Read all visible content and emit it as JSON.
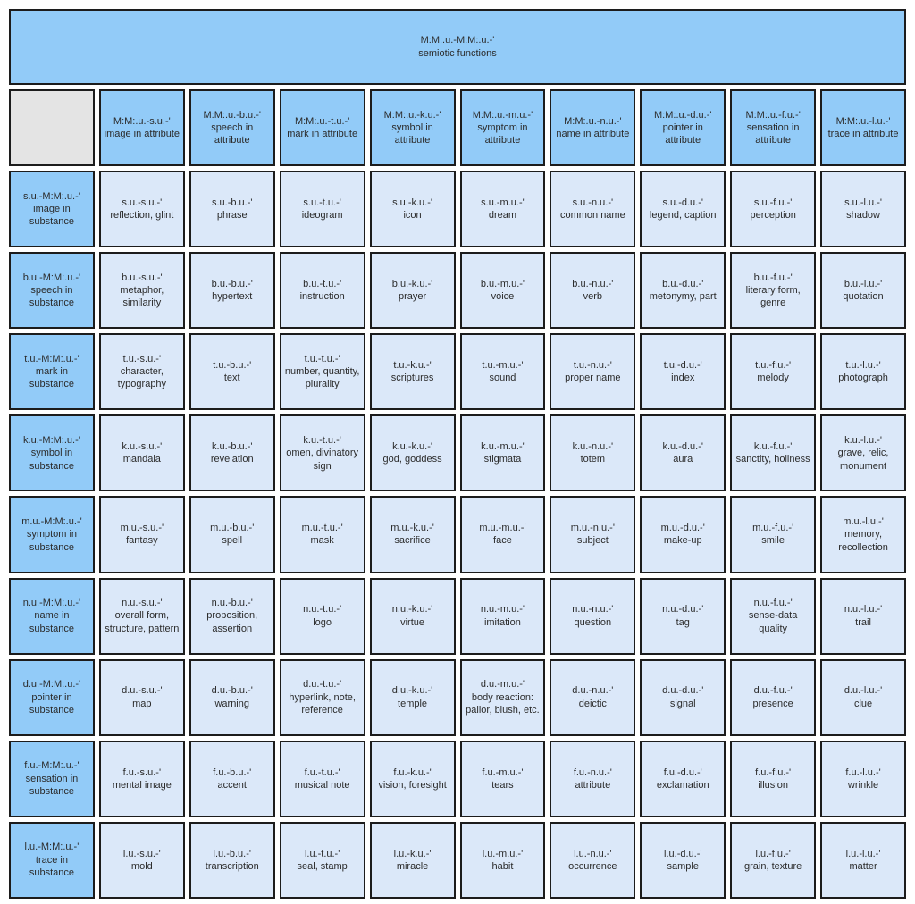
{
  "banner": {
    "code": "M:M:.u.-M:M:.u.-'",
    "label": "semiotic functions"
  },
  "colors": {
    "header_fill": "#92cbf8",
    "cell_fill": "#dbe8f9",
    "corner_fill": "#e4e4e4",
    "border": "#1c1c1c",
    "text": "#2b2b2b",
    "background": "#ffffff"
  },
  "columns": [
    {
      "code": "M:M:.u.-s.u.-'",
      "label": "image in attribute"
    },
    {
      "code": "M:M:.u.-b.u.-'",
      "label": "speech in attribute"
    },
    {
      "code": "M:M:.u.-t.u.-'",
      "label": "mark in attribute"
    },
    {
      "code": "M:M:.u.-k.u.-'",
      "label": "symbol in attribute"
    },
    {
      "code": "M:M:.u.-m.u.-'",
      "label": "symptom in attribute"
    },
    {
      "code": "M:M:.u.-n.u.-'",
      "label": "name in attribute"
    },
    {
      "code": "M:M:.u.-d.u.-'",
      "label": "pointer in attribute"
    },
    {
      "code": "M:M:.u.-f.u.-'",
      "label": "sensation in attribute"
    },
    {
      "code": "M:M:.u.-l.u.-'",
      "label": "trace in attribute"
    }
  ],
  "rows": [
    {
      "header": {
        "code": "s.u.-M:M:.u.-'",
        "label": "image in substance"
      },
      "cells": [
        {
          "code": "s.u.-s.u.-'",
          "label": "reflection, glint"
        },
        {
          "code": "s.u.-b.u.-'",
          "label": "phrase"
        },
        {
          "code": "s.u.-t.u.-'",
          "label": "ideogram"
        },
        {
          "code": "s.u.-k.u.-'",
          "label": "icon"
        },
        {
          "code": "s.u.-m.u.-'",
          "label": "dream"
        },
        {
          "code": "s.u.-n.u.-'",
          "label": "common name"
        },
        {
          "code": "s.u.-d.u.-'",
          "label": "legend, caption"
        },
        {
          "code": "s.u.-f.u.-'",
          "label": "perception"
        },
        {
          "code": "s.u.-l.u.-'",
          "label": "shadow"
        }
      ]
    },
    {
      "header": {
        "code": "b.u.-M:M:.u.-'",
        "label": "speech in substance"
      },
      "cells": [
        {
          "code": "b.u.-s.u.-'",
          "label": "metaphor, similarity"
        },
        {
          "code": "b.u.-b.u.-'",
          "label": "hypertext"
        },
        {
          "code": "b.u.-t.u.-'",
          "label": "instruction"
        },
        {
          "code": "b.u.-k.u.-'",
          "label": "prayer"
        },
        {
          "code": "b.u.-m.u.-'",
          "label": "voice"
        },
        {
          "code": "b.u.-n.u.-'",
          "label": "verb"
        },
        {
          "code": "b.u.-d.u.-'",
          "label": "metonymy, part"
        },
        {
          "code": "b.u.-f.u.-'",
          "label": "literary form, genre"
        },
        {
          "code": "b.u.-l.u.-'",
          "label": "quotation"
        }
      ]
    },
    {
      "header": {
        "code": "t.u.-M:M:.u.-'",
        "label": "mark in substance"
      },
      "cells": [
        {
          "code": "t.u.-s.u.-'",
          "label": "character, typography"
        },
        {
          "code": "t.u.-b.u.-'",
          "label": "text"
        },
        {
          "code": "t.u.-t.u.-'",
          "label": "number, quantity, plurality"
        },
        {
          "code": "t.u.-k.u.-'",
          "label": "scriptures"
        },
        {
          "code": "t.u.-m.u.-'",
          "label": "sound"
        },
        {
          "code": "t.u.-n.u.-'",
          "label": "proper name"
        },
        {
          "code": "t.u.-d.u.-'",
          "label": "index"
        },
        {
          "code": "t.u.-f.u.-'",
          "label": "melody"
        },
        {
          "code": "t.u.-l.u.-'",
          "label": "photograph"
        }
      ]
    },
    {
      "header": {
        "code": "k.u.-M:M:.u.-'",
        "label": "symbol in substance"
      },
      "cells": [
        {
          "code": "k.u.-s.u.-'",
          "label": "mandala"
        },
        {
          "code": "k.u.-b.u.-'",
          "label": "revelation"
        },
        {
          "code": "k.u.-t.u.-'",
          "label": "omen, divinatory sign"
        },
        {
          "code": "k.u.-k.u.-'",
          "label": "god, goddess"
        },
        {
          "code": "k.u.-m.u.-'",
          "label": "stigmata"
        },
        {
          "code": "k.u.-n.u.-'",
          "label": "totem"
        },
        {
          "code": "k.u.-d.u.-'",
          "label": "aura"
        },
        {
          "code": "k.u.-f.u.-'",
          "label": "sanctity, holiness"
        },
        {
          "code": "k.u.-l.u.-'",
          "label": "grave, relic, monument"
        }
      ]
    },
    {
      "header": {
        "code": "m.u.-M:M:.u.-'",
        "label": "symptom in substance"
      },
      "cells": [
        {
          "code": "m.u.-s.u.-'",
          "label": "fantasy"
        },
        {
          "code": "m.u.-b.u.-'",
          "label": "spell"
        },
        {
          "code": "m.u.-t.u.-'",
          "label": "mask"
        },
        {
          "code": "m.u.-k.u.-'",
          "label": "sacrifice"
        },
        {
          "code": "m.u.-m.u.-'",
          "label": "face"
        },
        {
          "code": "m.u.-n.u.-'",
          "label": "subject"
        },
        {
          "code": "m.u.-d.u.-'",
          "label": "make-up"
        },
        {
          "code": "m.u.-f.u.-'",
          "label": "smile"
        },
        {
          "code": "m.u.-l.u.-'",
          "label": "memory, recollection"
        }
      ]
    },
    {
      "header": {
        "code": "n.u.-M:M:.u.-'",
        "label": "name in substance"
      },
      "cells": [
        {
          "code": "n.u.-s.u.-'",
          "label": "overall form, structure, pattern"
        },
        {
          "code": "n.u.-b.u.-'",
          "label": "proposition, assertion"
        },
        {
          "code": "n.u.-t.u.-'",
          "label": "logo"
        },
        {
          "code": "n.u.-k.u.-'",
          "label": "virtue"
        },
        {
          "code": "n.u.-m.u.-'",
          "label": "imitation"
        },
        {
          "code": "n.u.-n.u.-'",
          "label": "question"
        },
        {
          "code": "n.u.-d.u.-'",
          "label": "tag"
        },
        {
          "code": "n.u.-f.u.-'",
          "label": "sense-data quality"
        },
        {
          "code": "n.u.-l.u.-'",
          "label": "trail"
        }
      ]
    },
    {
      "header": {
        "code": "d.u.-M:M:.u.-'",
        "label": "pointer in substance"
      },
      "cells": [
        {
          "code": "d.u.-s.u.-'",
          "label": "map"
        },
        {
          "code": "d.u.-b.u.-'",
          "label": "warning"
        },
        {
          "code": "d.u.-t.u.-'",
          "label": "hyperlink, note, reference"
        },
        {
          "code": "d.u.-k.u.-'",
          "label": "temple"
        },
        {
          "code": "d.u.-m.u.-'",
          "label": "body reaction: pallor, blush, etc."
        },
        {
          "code": "d.u.-n.u.-'",
          "label": "deictic"
        },
        {
          "code": "d.u.-d.u.-'",
          "label": "signal"
        },
        {
          "code": "d.u.-f.u.-'",
          "label": "presence"
        },
        {
          "code": "d.u.-l.u.-'",
          "label": "clue"
        }
      ]
    },
    {
      "header": {
        "code": "f.u.-M:M:.u.-'",
        "label": "sensation in substance"
      },
      "cells": [
        {
          "code": "f.u.-s.u.-'",
          "label": "mental image"
        },
        {
          "code": "f.u.-b.u.-'",
          "label": "accent"
        },
        {
          "code": "f.u.-t.u.-'",
          "label": "musical note"
        },
        {
          "code": "f.u.-k.u.-'",
          "label": "vision, foresight"
        },
        {
          "code": "f.u.-m.u.-'",
          "label": "tears"
        },
        {
          "code": "f.u.-n.u.-'",
          "label": "attribute"
        },
        {
          "code": "f.u.-d.u.-'",
          "label": "exclamation"
        },
        {
          "code": "f.u.-f.u.-'",
          "label": "illusion"
        },
        {
          "code": "f.u.-l.u.-'",
          "label": "wrinkle"
        }
      ]
    },
    {
      "header": {
        "code": "l.u.-M:M:.u.-'",
        "label": "trace in substance"
      },
      "cells": [
        {
          "code": "l.u.-s.u.-'",
          "label": "mold"
        },
        {
          "code": "l.u.-b.u.-'",
          "label": "transcription"
        },
        {
          "code": "l.u.-t.u.-'",
          "label": "seal, stamp"
        },
        {
          "code": "l.u.-k.u.-'",
          "label": "miracle"
        },
        {
          "code": "l.u.-m.u.-'",
          "label": "habit"
        },
        {
          "code": "l.u.-n.u.-'",
          "label": "occurrence"
        },
        {
          "code": "l.u.-d.u.-'",
          "label": "sample"
        },
        {
          "code": "l.u.-f.u.-'",
          "label": "grain, texture"
        },
        {
          "code": "l.u.-l.u.-'",
          "label": "matter"
        }
      ]
    }
  ]
}
